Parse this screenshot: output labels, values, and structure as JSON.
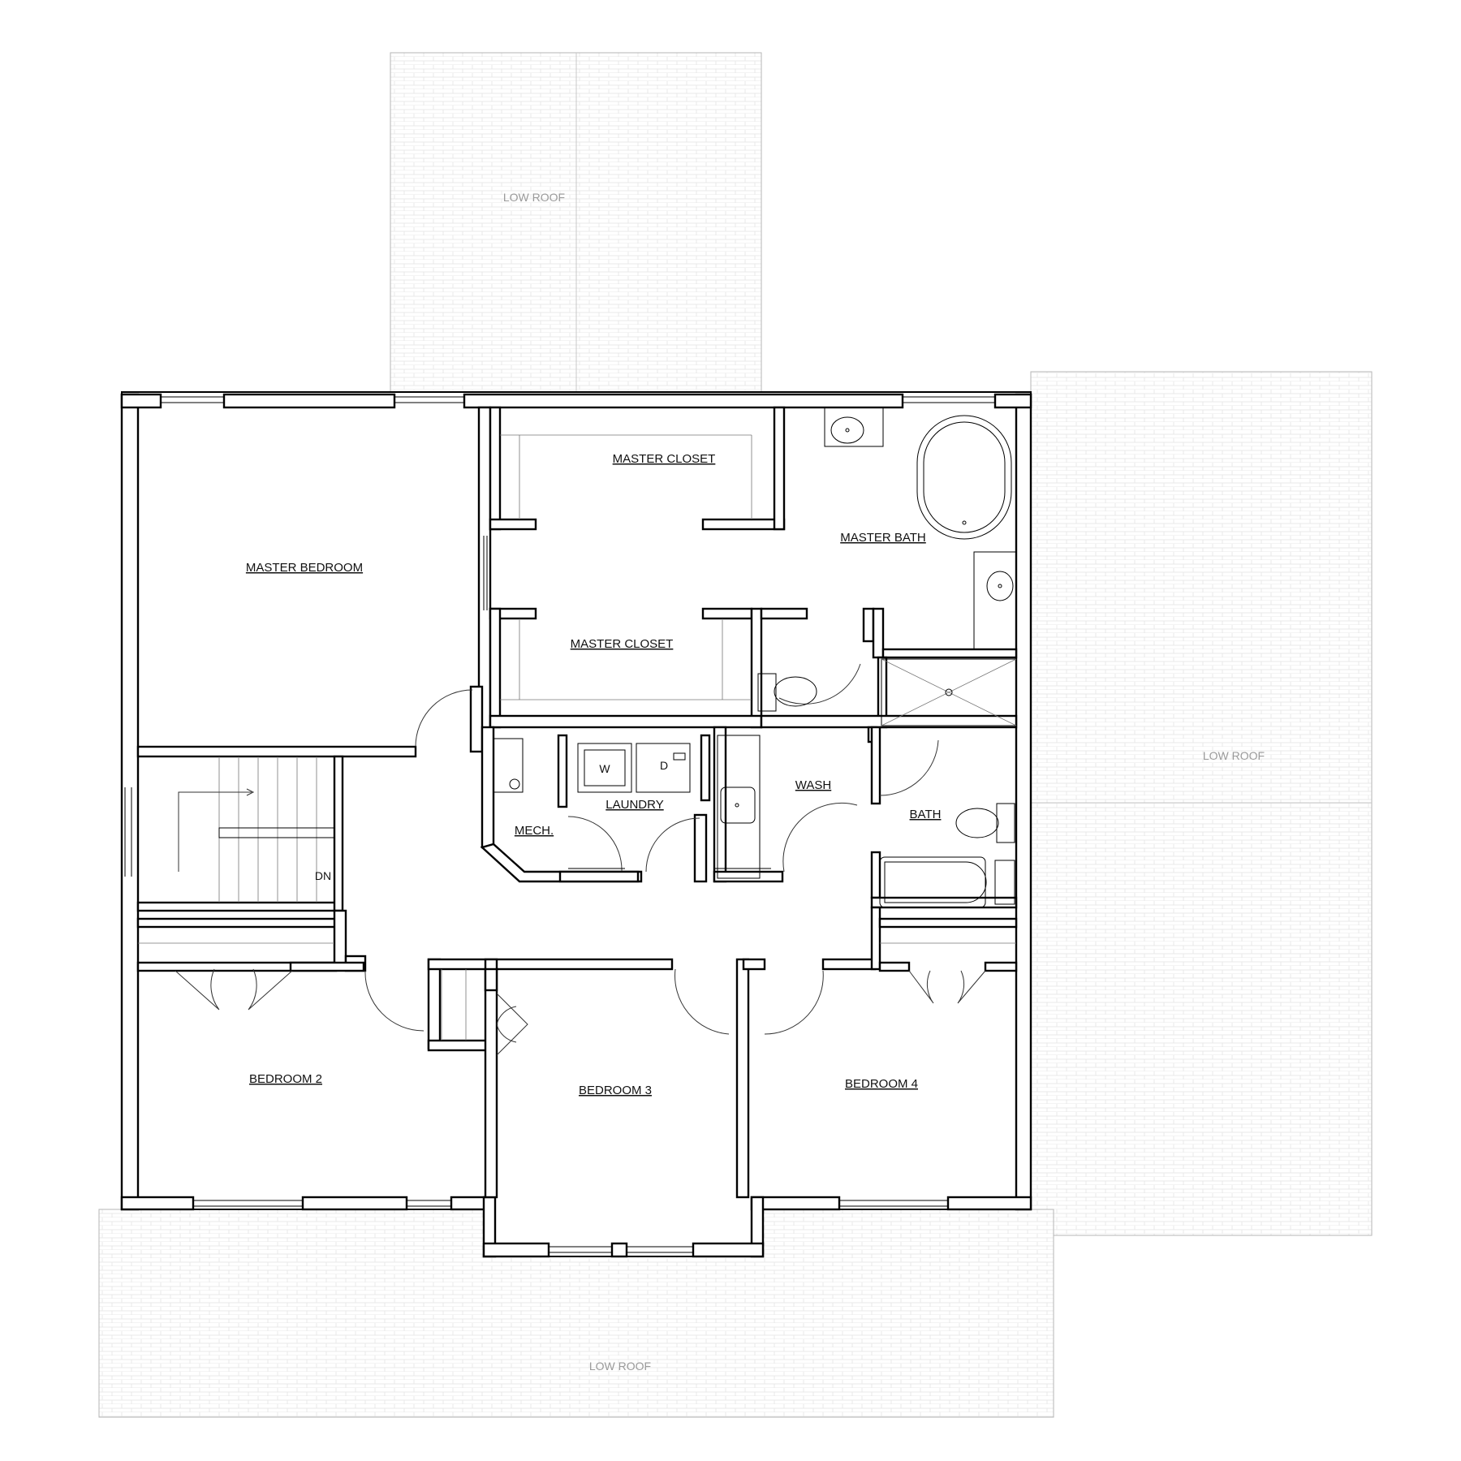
{
  "rooms": {
    "master_bedroom": "MASTER BEDROOM",
    "master_closet_upper": "MASTER CLOSET",
    "master_closet_lower": "MASTER CLOSET",
    "master_bath": "MASTER BATH",
    "mech": "MECH.",
    "laundry": "LAUNDRY",
    "wash": "WASH",
    "bath": "BATH",
    "bedroom_2": "BEDROOM 2",
    "bedroom_3": "BEDROOM 3",
    "bedroom_4": "BEDROOM 4"
  },
  "roofs": {
    "top": "LOW ROOF",
    "right": "LOW ROOF",
    "bottom": "LOW ROOF"
  },
  "appliances": {
    "washer": "W",
    "dryer": "D"
  },
  "stairs": {
    "direction": "DN"
  }
}
